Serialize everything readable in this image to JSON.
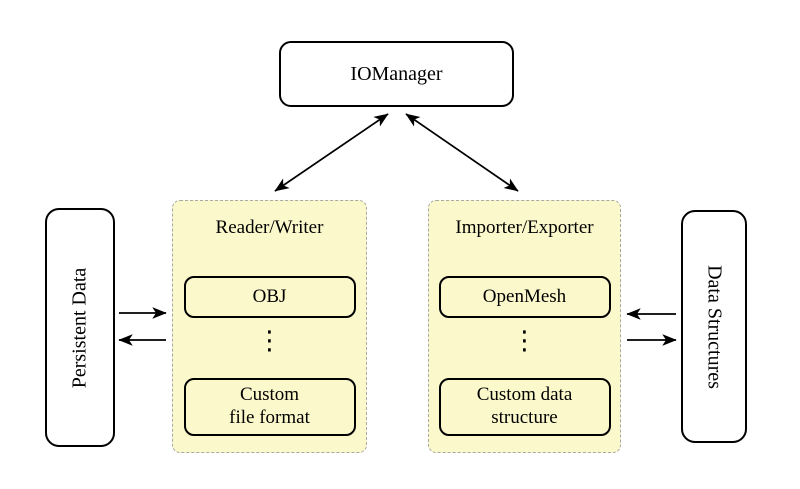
{
  "nodes": {
    "iomanager": "IOManager",
    "persistent_data": "Persistent Data",
    "data_structures": "Data Structures"
  },
  "reader_writer": {
    "title": "Reader/Writer",
    "boxes": [
      "OBJ",
      "Custom\nfile format"
    ],
    "dots": "⋮"
  },
  "importer_exporter": {
    "title": "Importer/Exporter",
    "boxes": [
      "OpenMesh",
      "Custom data\nstructure"
    ],
    "dots": "⋮"
  },
  "colors": {
    "background": "#ffffff",
    "node_fill": "#ffffff",
    "node_border": "#000000",
    "container_fill": "#fbf9cc",
    "container_border": "#a8a8a8",
    "arrow": "#000000"
  }
}
